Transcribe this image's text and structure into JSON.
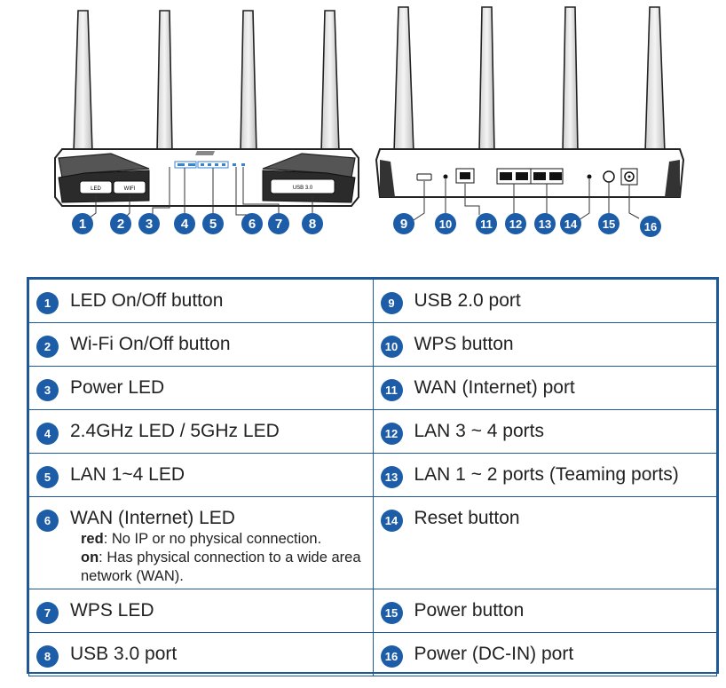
{
  "front_panel": {
    "led_button_text": "LED",
    "wifi_button_text": "WIFI",
    "usb_slot_text": "USB 3.0",
    "callouts": [
      "1",
      "2",
      "3",
      "4",
      "5",
      "6",
      "7",
      "8"
    ]
  },
  "rear_panel": {
    "callouts": [
      "9",
      "10",
      "11",
      "12",
      "13",
      "14",
      "15",
      "16"
    ]
  },
  "legend": {
    "left": [
      {
        "num": "1",
        "label": "LED On/Off button"
      },
      {
        "num": "2",
        "label": "Wi-Fi On/Off button"
      },
      {
        "num": "3",
        "label": "Power LED"
      },
      {
        "num": "4",
        "label": "2.4GHz LED / 5GHz LED"
      },
      {
        "num": "5",
        "label": "LAN 1~4 LED"
      },
      {
        "num": "6",
        "label": "WAN (Internet) LED",
        "red_key": "red",
        "red_text": ": No IP or no physical connection.",
        "on_key": "on",
        "on_text": ": Has physical connection to a wide area network (WAN)."
      },
      {
        "num": "7",
        "label": "WPS LED"
      },
      {
        "num": "8",
        "label": "USB 3.0 port"
      }
    ],
    "right": [
      {
        "num": "9",
        "label": "USB 2.0 port"
      },
      {
        "num": "10",
        "label": "WPS button"
      },
      {
        "num": "11",
        "label": "WAN (Internet) port"
      },
      {
        "num": "12",
        "label": "LAN 3 ~ 4 ports"
      },
      {
        "num": "13",
        "label": "LAN 1 ~ 2 ports (Teaming ports)"
      },
      {
        "num": "14",
        "label": "Reset button"
      },
      {
        "num": "15",
        "label": "Power button"
      },
      {
        "num": "16",
        "label": "Power (DC-IN) port"
      }
    ]
  },
  "colors": {
    "badge": "#1d5da8",
    "border": "#1e5896",
    "line": "#333333"
  }
}
